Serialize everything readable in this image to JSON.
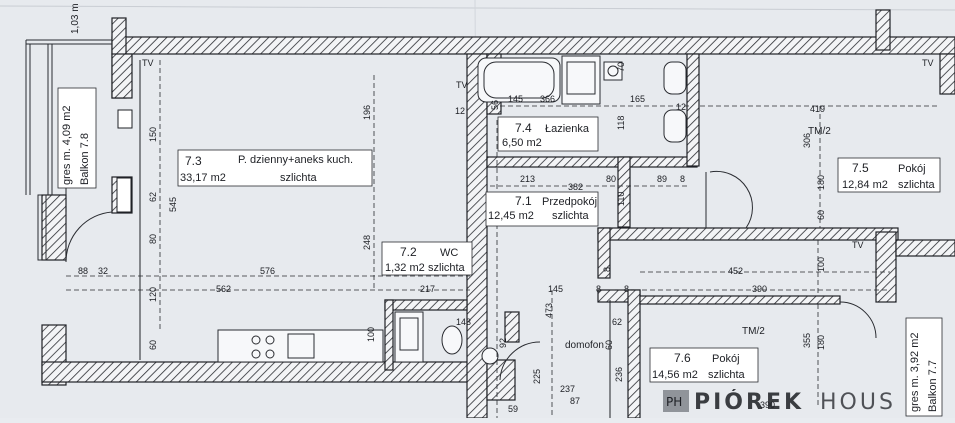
{
  "rooms": [
    {
      "number": "7.3",
      "name": "P. dzienny+aneks kuch.",
      "area": "33,17 m2",
      "finish": "szlichta"
    },
    {
      "number": "7.4",
      "name": "Łazienka",
      "area": "6,50 m2",
      "finish": ""
    },
    {
      "number": "7.5",
      "name": "Pokój",
      "area": "12,84 m2",
      "finish": "szlichta"
    },
    {
      "number": "7.1",
      "name": "Przedpokój",
      "area": "12,45 m2",
      "finish": "szlichta"
    },
    {
      "number": "7.2",
      "name": "WC",
      "area": "1,32 m2",
      "finish": "szlichta"
    },
    {
      "number": "7.6",
      "name": "Pokój",
      "area": "14,56 m2",
      "finish": "szlichta"
    }
  ],
  "balconies": [
    {
      "label": "Balkon 7.8",
      "area": "gres m. 4,09 m2"
    },
    {
      "label": "Balkon 7.7",
      "area": "gres m. 3,92 m2"
    }
  ],
  "tags": {
    "tv": "TV",
    "tm": "TM/2",
    "domofon": "domofon"
  },
  "dimensions": {
    "top": [
      "145",
      "366",
      "165",
      "12",
      "12",
      "419"
    ],
    "bath": [
      "56",
      "70",
      "118",
      "213",
      "382",
      "80",
      "89",
      "8",
      "110"
    ],
    "vertical_left": [
      "150",
      "62",
      "545",
      "80",
      "120",
      "60",
      "196",
      "248",
      "8"
    ],
    "middle": [
      "88",
      "32",
      "576",
      "562",
      "217",
      "452",
      "390",
      "8",
      "145",
      "143",
      "62",
      "8"
    ],
    "right": [
      "306",
      "180",
      "60",
      "100",
      "355",
      "180",
      "8",
      "473"
    ],
    "bottom": [
      "100",
      "60",
      "92",
      "225",
      "237",
      "87",
      "236",
      "59",
      "390"
    ],
    "top_left": "1,03 m"
  },
  "watermark": {
    "text": "PIÓREK",
    "suffix": "HOUS",
    "badge": "PH"
  }
}
